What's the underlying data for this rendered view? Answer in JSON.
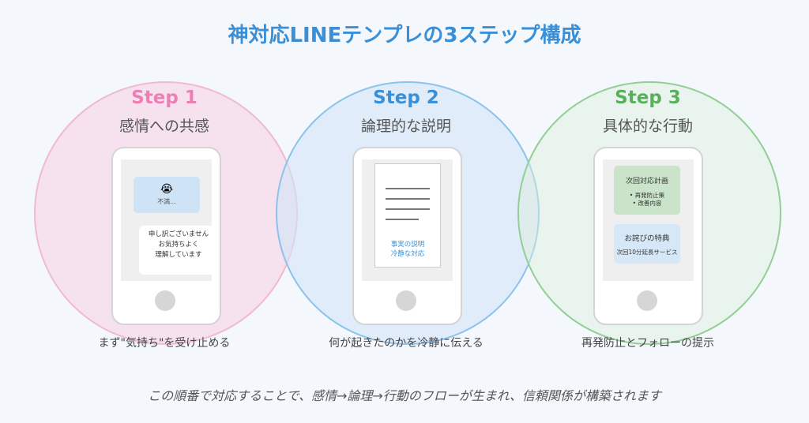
{
  "title": "神対応LINEテンプレの3ステップ構成",
  "colors": {
    "step1": "#ec7fb4",
    "step2": "#3a8fd6",
    "step3": "#58b05d"
  },
  "steps": [
    {
      "label": "Step 1",
      "subtitle": "感情への共感",
      "caption": "まず\"気持ち\"を受け止める",
      "phone": {
        "incoming_icon": "crying-face-emoji",
        "incoming_emoji": "😭",
        "incoming_text": "不満...",
        "reply_lines": [
          "申し訳ございません",
          "お気持ちよく",
          "理解しています"
        ]
      }
    },
    {
      "label": "Step 2",
      "subtitle": "論理的な説明",
      "caption": "何が起きたのかを冷静に伝える",
      "phone": {
        "doc_lines": [
          "事実の説明",
          "冷静な対応"
        ]
      }
    },
    {
      "label": "Step 3",
      "subtitle": "具体的な行動",
      "caption": "再発防止とフォローの提示",
      "phone": {
        "card1_title": "次回対応計画",
        "card1_items": [
          "• 再発防止策",
          "• 改善内容"
        ],
        "card2_title": "お詫びの特典",
        "card2_text": "次回10分延長サービス"
      }
    }
  ],
  "summary": "この順番で対応することで、感情→論理→行動のフローが生まれ、信頼関係が構築されます"
}
